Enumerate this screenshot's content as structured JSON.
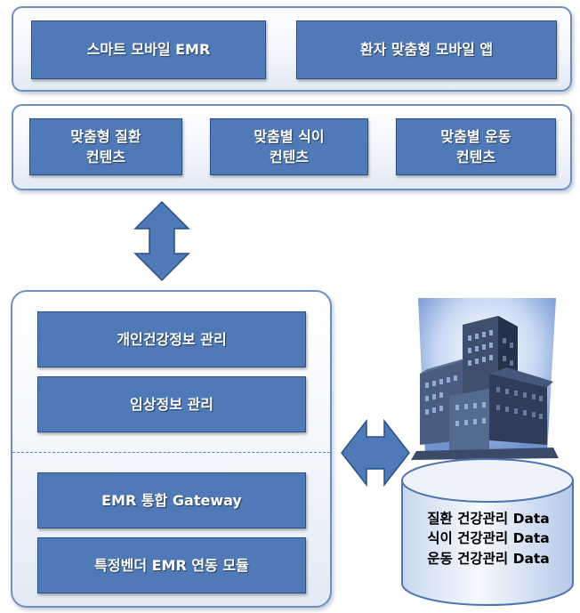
{
  "top_panel": {
    "items": [
      {
        "label": "스마트 모바일 EMR"
      },
      {
        "label": "환자 맞춤형 모바일 앱"
      }
    ]
  },
  "content_panel": {
    "items": [
      {
        "line1": "맞춤형 질환",
        "line2": "컨텐츠"
      },
      {
        "line1": "맞춤별 식이",
        "line2": "컨텐츠"
      },
      {
        "line1": "맞춤별 운동",
        "line2": "컨텐츠"
      }
    ]
  },
  "system_panel": {
    "upper": [
      {
        "label": "개인건강정보 관리"
      },
      {
        "label": "임상정보 관리"
      }
    ],
    "lower": [
      {
        "label": "EMR 통합 Gateway"
      },
      {
        "label": "특정벤더 EMR 연동 모듈"
      }
    ]
  },
  "hospital_db": {
    "lines": [
      "질환 건강관리 Data",
      "식이 건강관리 Data",
      "운동 건강관리 Data"
    ]
  },
  "colors": {
    "box_fill": "#4f7ab7",
    "box_border": "#2c4f85",
    "panel_border": "#6f8fc0",
    "arrow_fill": "#4f7ab7"
  },
  "icons": {
    "vertical_arrow": "double-arrow-vertical-icon",
    "horizontal_arrow": "double-arrow-horizontal-icon",
    "hospital": "hospital-building-icon",
    "database": "database-cylinder-icon"
  }
}
